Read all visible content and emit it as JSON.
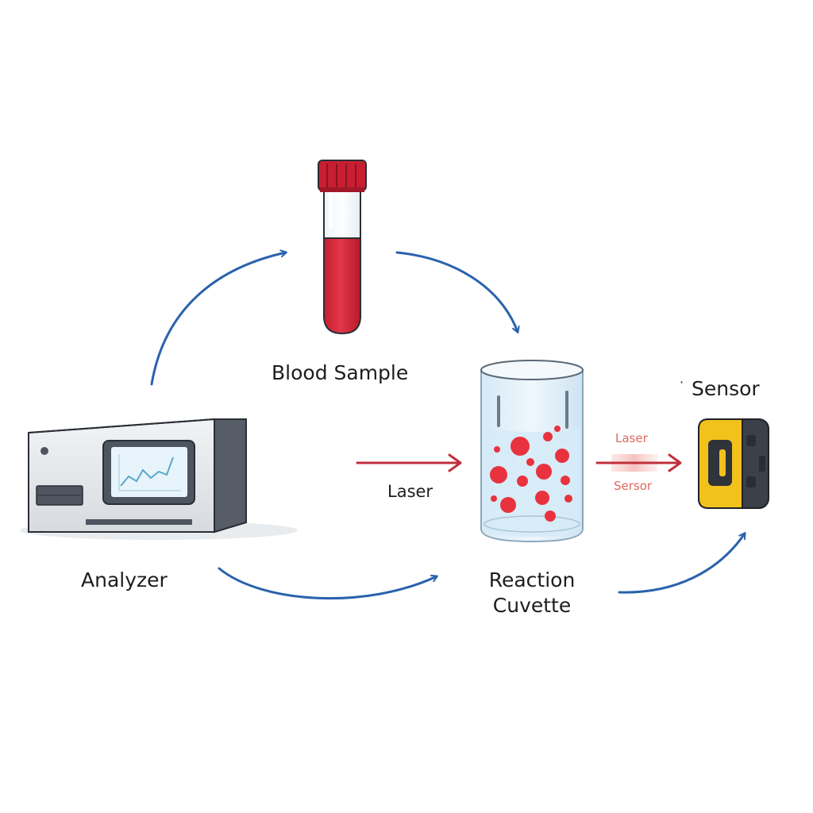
{
  "labels": {
    "blood_sample": "Blood Sample",
    "analyzer": "Analyzer",
    "laser_left": "Laser",
    "reaction_cuvette_line1": "Reaction",
    "reaction_cuvette_line2": "Cuvette",
    "sensor_title": "Sensor",
    "sensor_marker": "·",
    "beam_laser": "Laser",
    "beam_sensor": "Sersor"
  },
  "colors": {
    "flow_arrow": "#2a62ad",
    "laser_arrow": "#c0303c",
    "blood": "#d8283a",
    "tube_cap": "#c81e32",
    "cuvette_liquid": "#cfe6f5",
    "cell": "#e8333f",
    "analyzer_body": "#e4e7ea",
    "analyzer_dark": "#4f5560",
    "screen": "#e8f4fb",
    "sensor_yellow": "#f2c21c",
    "sensor_dark": "#3c4048"
  },
  "icons": {
    "blood_tube": "test-tube-icon",
    "analyzer": "analyzer-machine-icon",
    "cuvette": "cuvette-icon",
    "sensor": "sensor-device-icon"
  }
}
